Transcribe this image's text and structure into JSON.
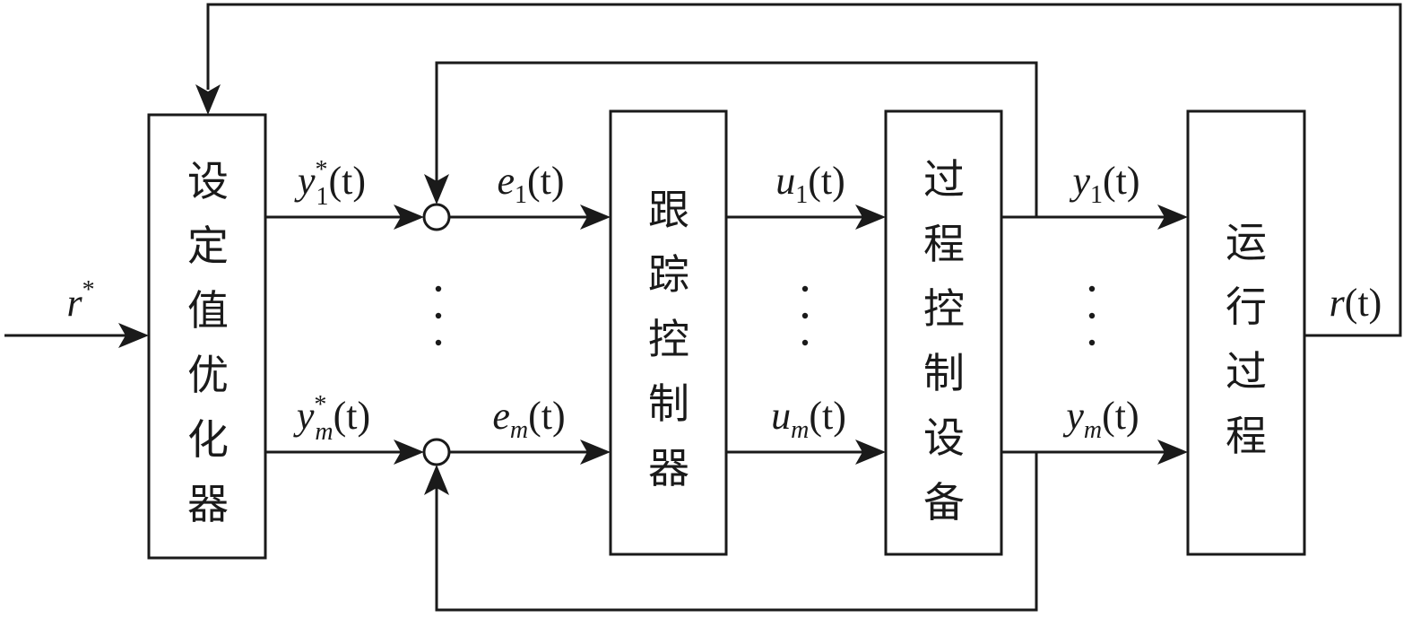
{
  "blocks": {
    "setpoint_optimizer": [
      "设",
      "定",
      "值",
      "优",
      "化",
      "器"
    ],
    "tracking_controller": [
      "跟",
      "踪",
      "控",
      "制",
      "器"
    ],
    "process_control_equipment": [
      "过",
      "程",
      "控",
      "制",
      "设",
      "备"
    ],
    "operation_process": [
      "运",
      "行",
      "过",
      "程"
    ]
  },
  "signals": {
    "r_star": {
      "base": "r",
      "sup": "*"
    },
    "y1_star": {
      "base": "y",
      "sub": "1",
      "sup": "*",
      "arg": "(t)"
    },
    "ym_star": {
      "base": "y",
      "sub": "m",
      "sup": "*",
      "arg": "(t)"
    },
    "e1": {
      "base": "e",
      "sub": "1",
      "arg": "(t)"
    },
    "em": {
      "base": "e",
      "sub": "m",
      "arg": "(t)"
    },
    "u1": {
      "base": "u",
      "sub": "1",
      "arg": "(t)"
    },
    "um": {
      "base": "u",
      "sub": "m",
      "arg": "(t)"
    },
    "y1": {
      "base": "y",
      "sub": "1",
      "arg": "(t)"
    },
    "ym": {
      "base": "y",
      "sub": "m",
      "arg": "(t)"
    },
    "r_t": {
      "base": "r",
      "arg": "(t)"
    }
  },
  "style": {
    "stroke_color": "#1a1a1a",
    "background": "#ffffff"
  }
}
